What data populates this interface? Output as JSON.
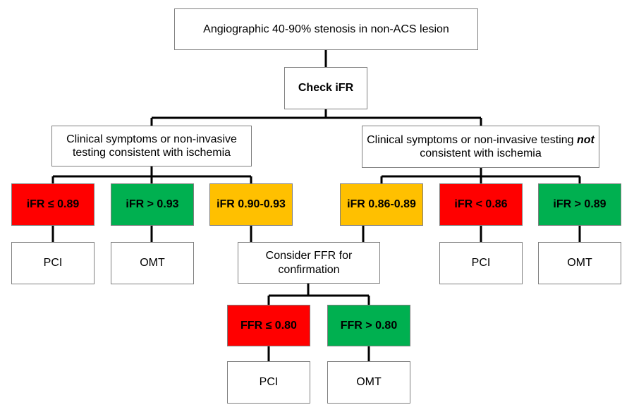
{
  "colors": {
    "red": "#ff0000",
    "green": "#00b050",
    "amber": "#ffc000",
    "connector": "#000000",
    "border": "#7f7f7f"
  },
  "root": {
    "label": "Angiographic 40-90% stenosis in non-ACS lesion"
  },
  "check": {
    "label": "Check iFR"
  },
  "left_branch": {
    "label": "Clinical symptoms or non-invasive testing consistent with ischemia"
  },
  "right_branch": {
    "prefix": "Clinical symptoms or non-invasive testing ",
    "emphasis": "not",
    "suffix": " consistent with ischemia"
  },
  "left_thresholds": [
    {
      "label": "iFR ≤ 0.89",
      "color": "red"
    },
    {
      "label": "iFR > 0.93",
      "color": "green"
    },
    {
      "label": "iFR 0.90-0.93",
      "color": "amber"
    }
  ],
  "right_thresholds": [
    {
      "label": "iFR 0.86-0.89",
      "color": "amber"
    },
    {
      "label": "iFR < 0.86",
      "color": "red"
    },
    {
      "label": "iFR > 0.89",
      "color": "green"
    }
  ],
  "outcomes": {
    "left_1": "PCI",
    "left_2": "OMT",
    "right_2": "PCI",
    "right_3": "OMT"
  },
  "ffr": {
    "consider": "Consider FFR for confirmation",
    "thresholds": [
      {
        "label": "FFR ≤ 0.80",
        "color": "red"
      },
      {
        "label": "FFR > 0.80",
        "color": "green"
      }
    ],
    "outcomes": [
      "PCI",
      "OMT"
    ]
  }
}
